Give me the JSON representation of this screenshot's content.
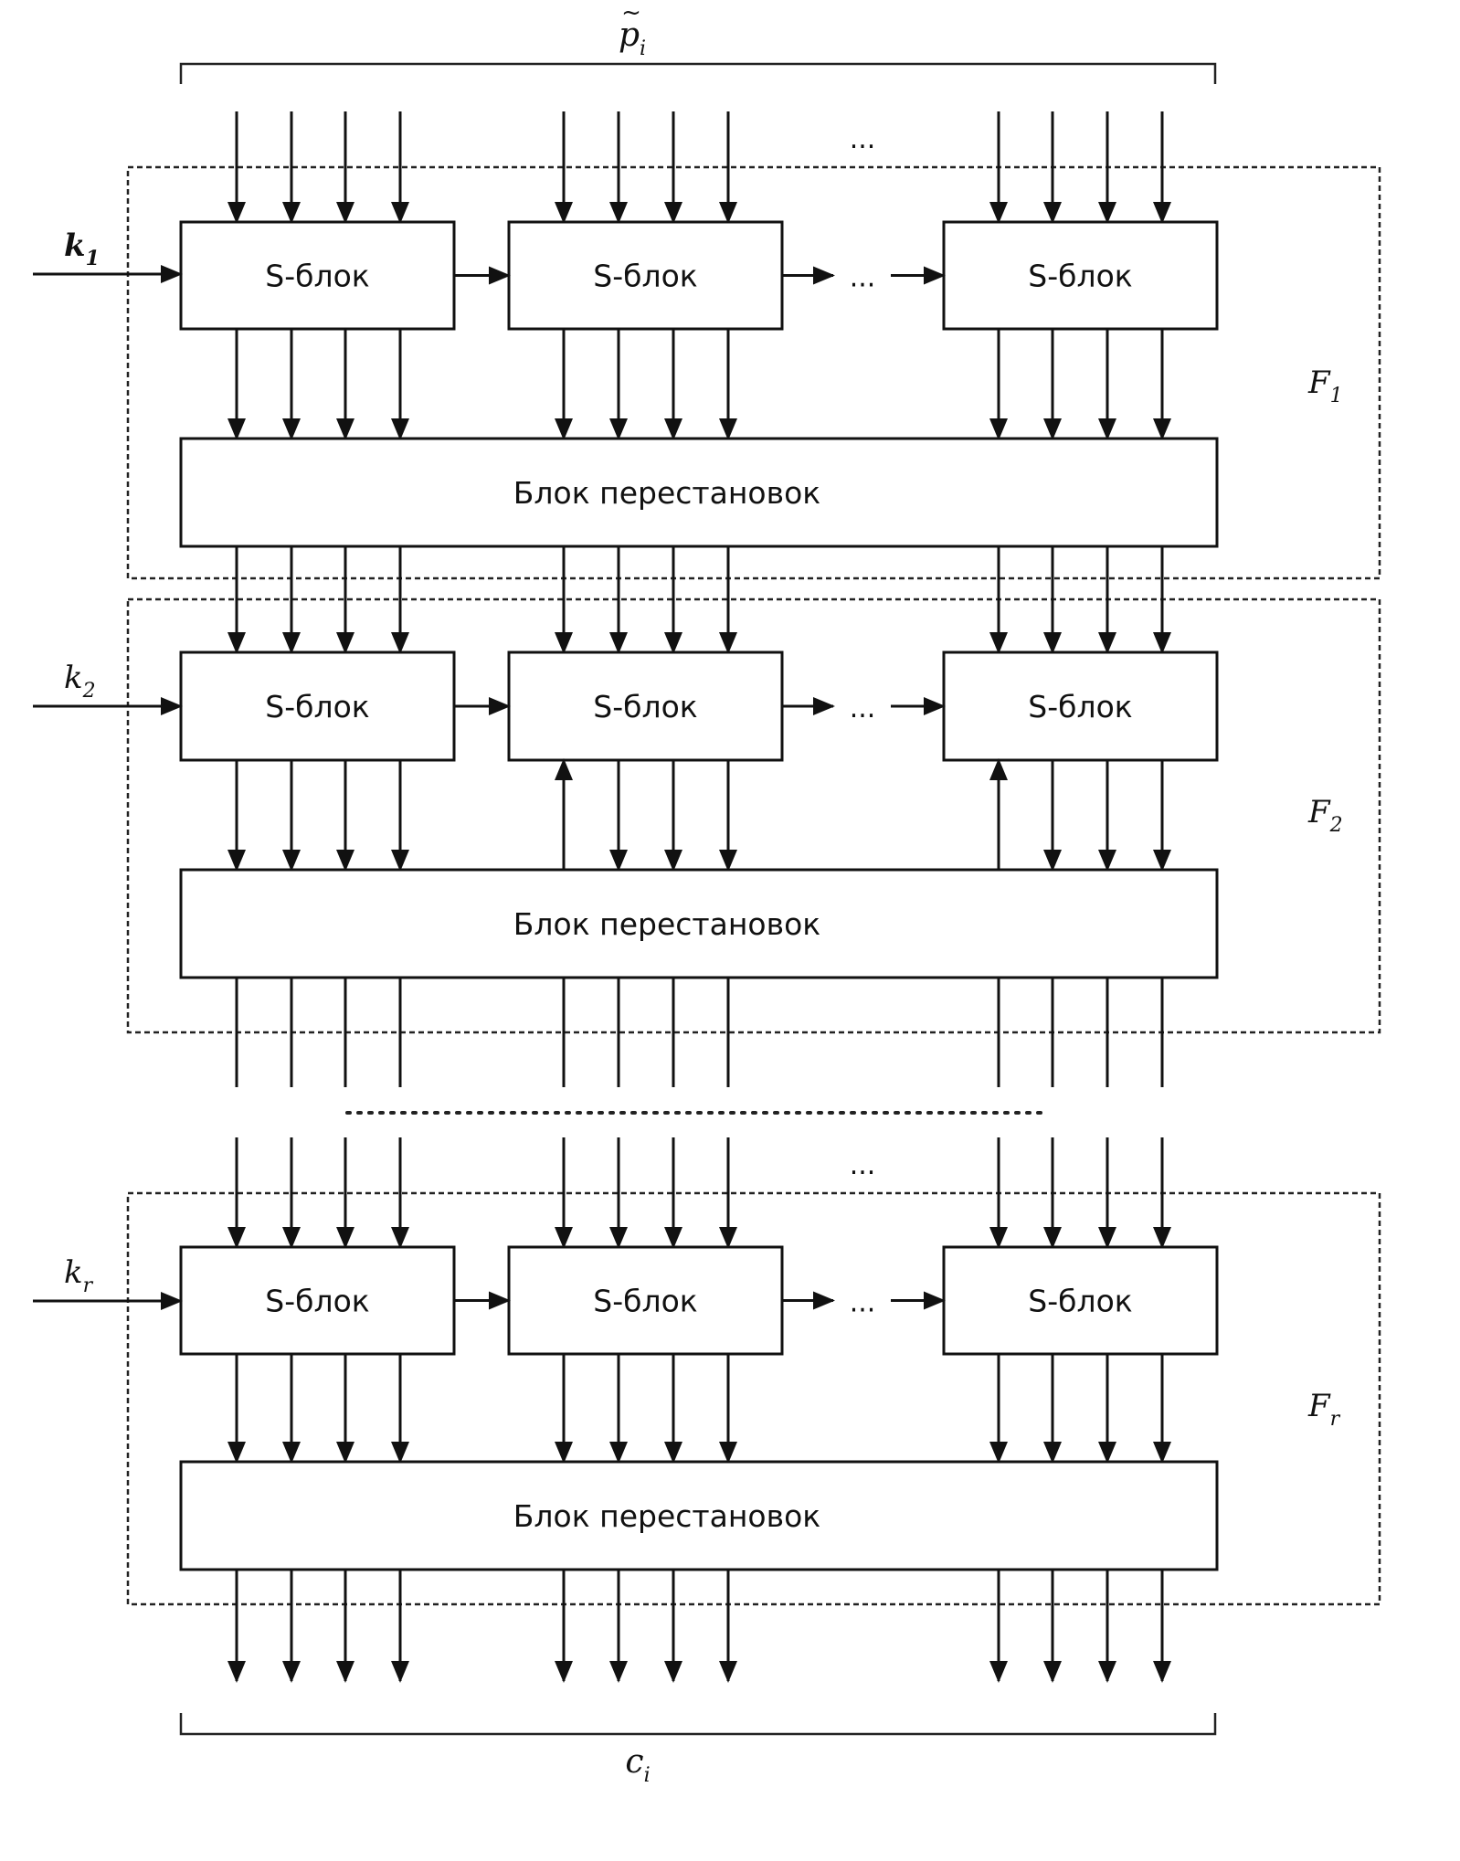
{
  "input_label": "p",
  "input_sub": "i",
  "output_label": "c",
  "output_sub": "i",
  "sbox_label": "S-блок",
  "perm_label": "Блок перестановок",
  "ellipsis": "...",
  "rounds": [
    {
      "key": "k",
      "key_sub": "1",
      "func": "F",
      "func_sub": "1",
      "feedback": false
    },
    {
      "key": "k",
      "key_sub": "2",
      "func": "F",
      "func_sub": "2",
      "feedback": true
    },
    {
      "key": "k",
      "key_sub": "r",
      "func": "F",
      "func_sub": "r",
      "feedback": false
    }
  ],
  "colors": {
    "ink": "#111111",
    "background": "#ffffff"
  }
}
